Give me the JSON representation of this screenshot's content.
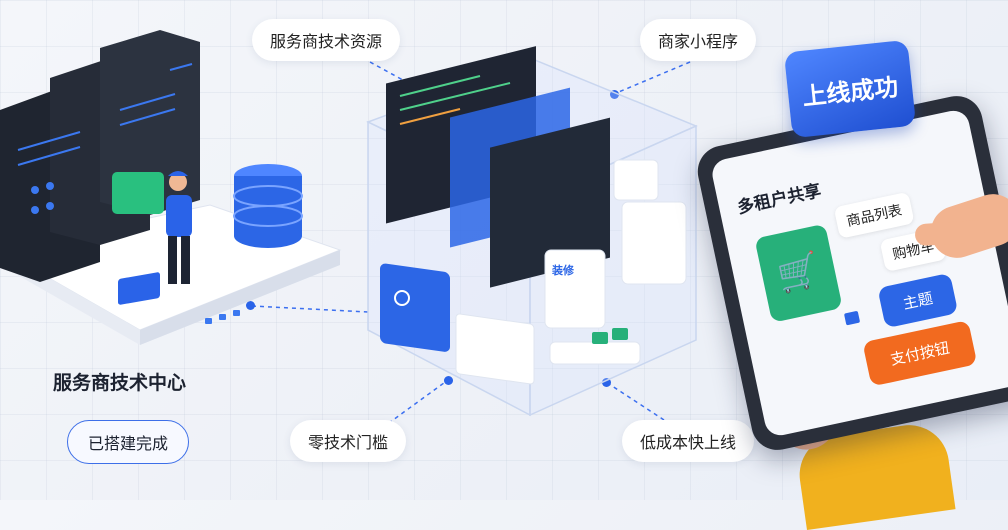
{
  "labels": {
    "provider_resources": "服务商技术资源",
    "merchant_miniapp": "商家小程序",
    "zero_barrier": "零技术门槛",
    "low_cost": "低成本快上线"
  },
  "tech_center": {
    "title": "服务商技术中心",
    "status": "已搭建完成"
  },
  "tablet": {
    "bubble": "上线成功",
    "multi_tenant": "多租户共享",
    "product_list": "商品列表",
    "cart": "购物车",
    "theme": "主题",
    "pay_button": "支付按钮"
  },
  "mini_card_text": "装修",
  "colors": {
    "accent_blue": "#2a63e8",
    "orange": "#f26a1f",
    "green": "#27b07a"
  }
}
